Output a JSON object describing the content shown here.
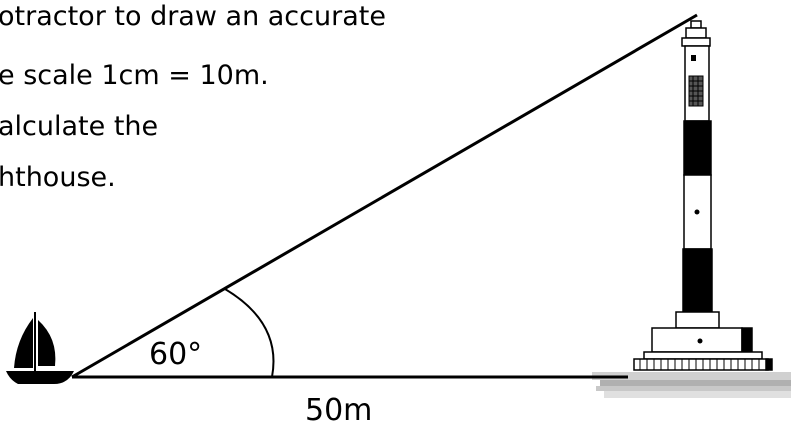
{
  "instructions": {
    "lines": [
      "otractor to draw an accurate",
      "e scale 1cm = 10m.",
      "alculate the",
      "hthouse."
    ]
  },
  "diagram": {
    "angle_label": "60°",
    "base_label": "50m"
  },
  "colors": {
    "ink": "#000000",
    "water": "#b8b8b8",
    "lighthouse_stripe_dark": "#000000",
    "lighthouse_stripe_light": "#ffffff"
  },
  "icons": {
    "boat": "sailboat-icon",
    "lighthouse": "lighthouse-icon"
  }
}
